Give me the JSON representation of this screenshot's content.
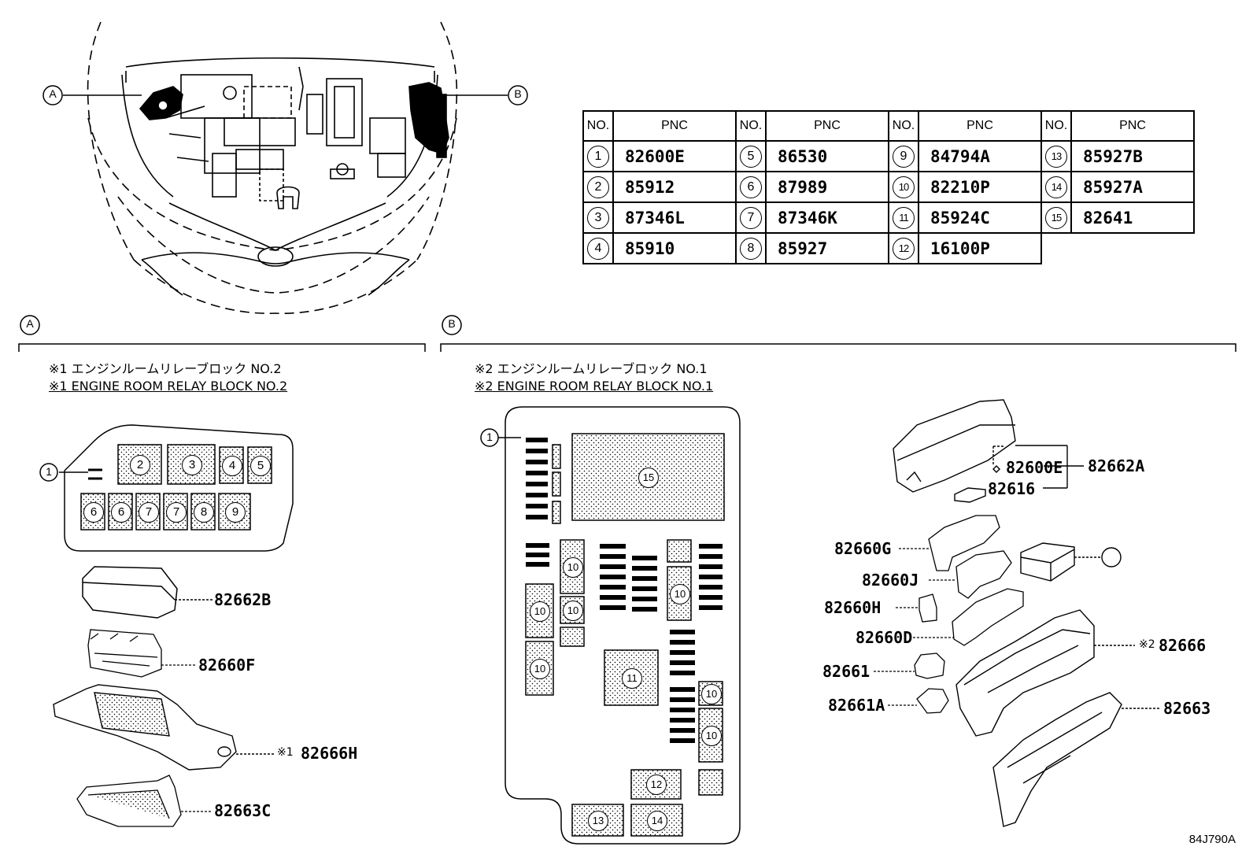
{
  "table": {
    "header_no": "NO.",
    "header_pnc": "PNC",
    "columns": [
      [
        {
          "no": "1",
          "pnc": "82600E"
        },
        {
          "no": "2",
          "pnc": "85912"
        },
        {
          "no": "3",
          "pnc": "87346L"
        },
        {
          "no": "4",
          "pnc": "85910"
        }
      ],
      [
        {
          "no": "5",
          "pnc": "86530"
        },
        {
          "no": "6",
          "pnc": "87989"
        },
        {
          "no": "7",
          "pnc": "87346K"
        },
        {
          "no": "8",
          "pnc": "85927"
        }
      ],
      [
        {
          "no": "9",
          "pnc": "84794A"
        },
        {
          "no": "10",
          "pnc": "82210P"
        },
        {
          "no": "11",
          "pnc": "85924C"
        },
        {
          "no": "12",
          "pnc": "16100P"
        }
      ],
      [
        {
          "no": "13",
          "pnc": "85927B"
        },
        {
          "no": "14",
          "pnc": "85927A"
        },
        {
          "no": "15",
          "pnc": "82641"
        }
      ]
    ]
  },
  "callouts": {
    "a": "A",
    "b": "B"
  },
  "section_a": {
    "note_jp": "※1 エンジンルームリレーブロック NO.2",
    "note_en": "※1 ENGINE ROOM RELAY BLOCK NO.2",
    "parts": {
      "p82662b": "82662B",
      "p82660f": "82660F",
      "p82666h_mark": "※1",
      "p82666h": "82666H",
      "p82663c": "82663C"
    }
  },
  "section_b": {
    "note_jp": "※2 エンジンルームリレーブロック NO.1",
    "note_en": "※2 ENGINE ROOM RELAY BLOCK NO.1",
    "parts": {
      "p82600e": "82600E",
      "p82662a": "82662A",
      "p82616": "82616",
      "p82660g": "82660G",
      "p82660j": "82660J",
      "p82660h": "82660H",
      "p82660d": "82660D",
      "p82666_mark": "※2",
      "p82666": "82666",
      "p82661": "82661",
      "p82661a": "82661A",
      "p82663": "82663"
    }
  },
  "figure_id": "84J790A"
}
